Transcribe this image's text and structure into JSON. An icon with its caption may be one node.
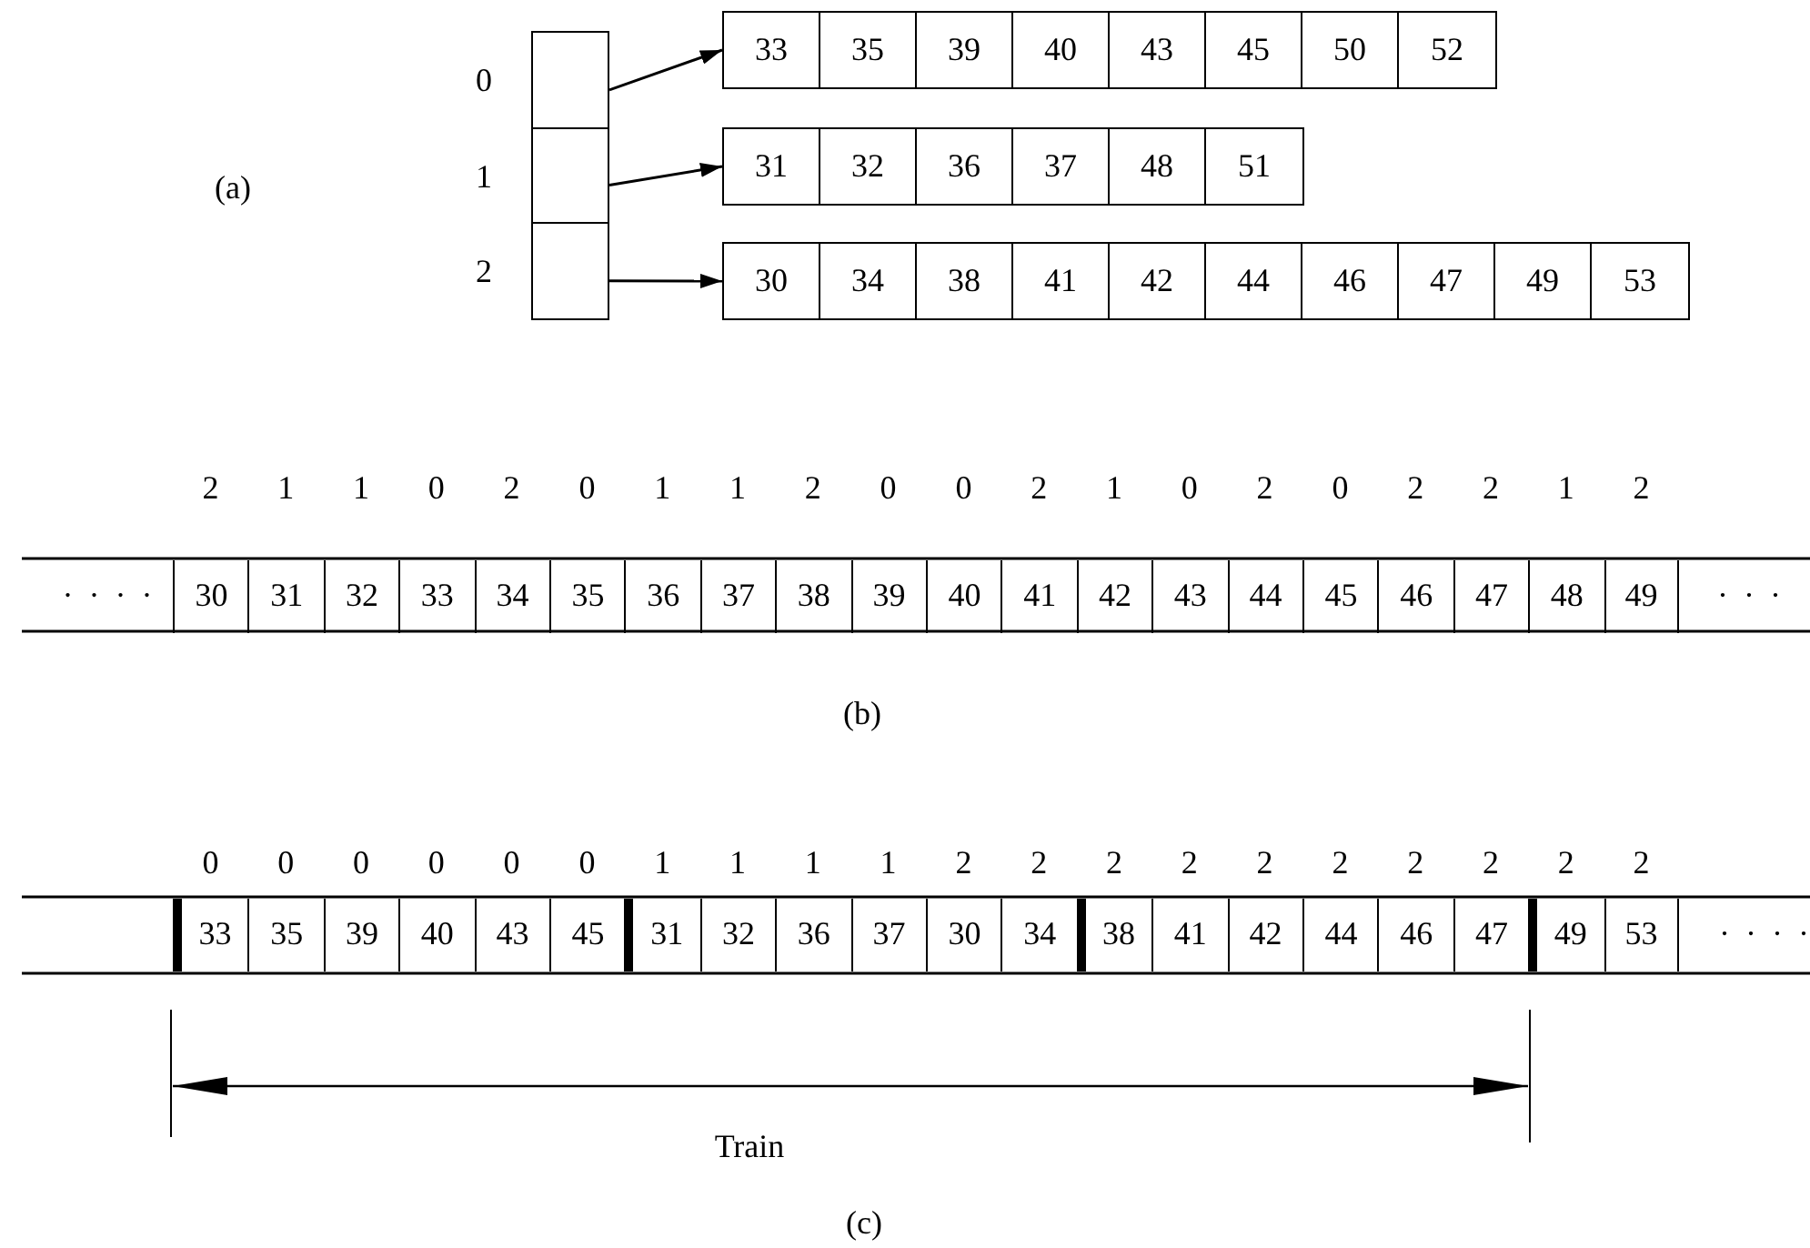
{
  "diagram": {
    "nodes": [
      {
        "text": [],
        "shape": "box",
        "beside": [
          "0"
        ]
      },
      {
        "text": [],
        "shape": "box",
        "beside": [
          "1"
        ]
      },
      {
        "text": [],
        "shape": "box",
        "beside": [
          "2"
        ]
      },
      {
        "text": [
          "33",
          "35",
          "39",
          "40",
          "43",
          "45",
          "50",
          "52"
        ]
      },
      {
        "text": [
          "31",
          "32",
          "36",
          "37",
          "48",
          "51"
        ]
      },
      {
        "text": [
          "30",
          "34",
          "38",
          "41",
          "42",
          "44",
          "46",
          "47",
          "49",
          "53"
        ]
      }
    ],
    "edges": [
      {
        "from": 0,
        "to": 3,
        "arrow": "to"
      },
      {
        "from": 1,
        "to": 4,
        "arrow": "to"
      },
      {
        "from": 2,
        "to": 5,
        "arrow": "to"
      }
    ],
    "labels": [
      "(a)",
      "2",
      "1",
      "1",
      "0",
      "2",
      "0",
      "1",
      "1",
      "2",
      "0",
      "0",
      "2",
      "1",
      "0",
      "2",
      "0",
      "2",
      "2",
      "1",
      "2",
      "· · · ·",
      "30",
      "31",
      "32",
      "33",
      "34",
      "35",
      "36",
      "37",
      "38",
      "39",
      "40",
      "41",
      "42",
      "43",
      "44",
      "45",
      "46",
      "47",
      "48",
      "49",
      "· · ·",
      "(b)",
      "0",
      "0",
      "0",
      "0",
      "0",
      "0",
      "1",
      "1",
      "1",
      "1",
      "2",
      "2",
      "2",
      "2",
      "2",
      "2",
      "2",
      "2",
      "2",
      "2",
      "33",
      "35",
      "39",
      "40",
      "43",
      "45",
      "31",
      "32",
      "36",
      "37",
      "30",
      "34",
      "38",
      "41",
      "42",
      "44",
      "46",
      "47",
      "49",
      "53",
      "· · · ·",
      "Train",
      "(c)"
    ]
  }
}
